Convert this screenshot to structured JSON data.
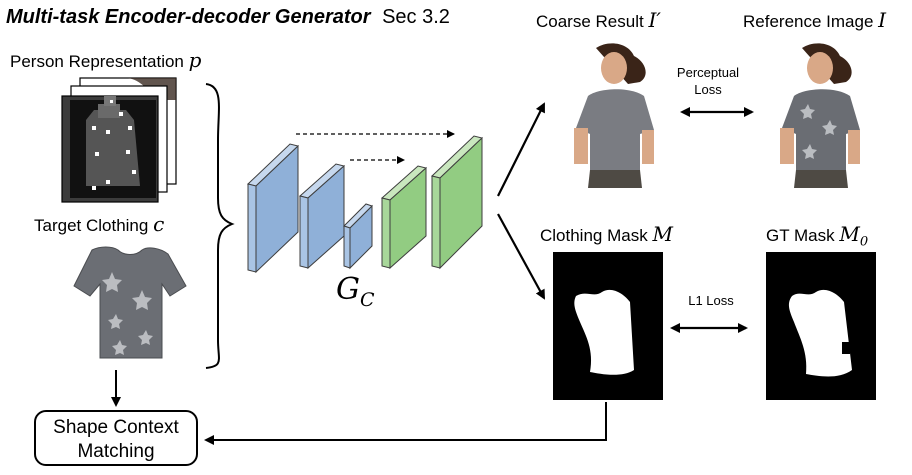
{
  "title": {
    "main": "Multi-task Encoder-decoder Generator",
    "section": "Sec 3.2"
  },
  "labels": {
    "person_rep": "Person Representation",
    "person_rep_sym": "p",
    "target_clothing": "Target Clothing",
    "target_clothing_sym": "c",
    "coarse_result": "Coarse Result",
    "coarse_result_sym": "I′",
    "reference_image": "Reference Image",
    "reference_image_sym": "I",
    "clothing_mask": "Clothing Mask",
    "clothing_mask_sym": "M",
    "gt_mask": "GT Mask",
    "gt_mask_sym": "M",
    "gt_mask_sub": "0",
    "generator": "G",
    "generator_sub": "C",
    "perceptual_loss_1": "Perceptual",
    "perceptual_loss_2": "Loss",
    "l1_loss": "L1 Loss",
    "shape_context_1": "Shape Context",
    "shape_context_2": "Matching"
  },
  "colors": {
    "encoder": "#a9c4e4",
    "decoder": "#a8d79a",
    "stroke": "#3d3d3d"
  }
}
